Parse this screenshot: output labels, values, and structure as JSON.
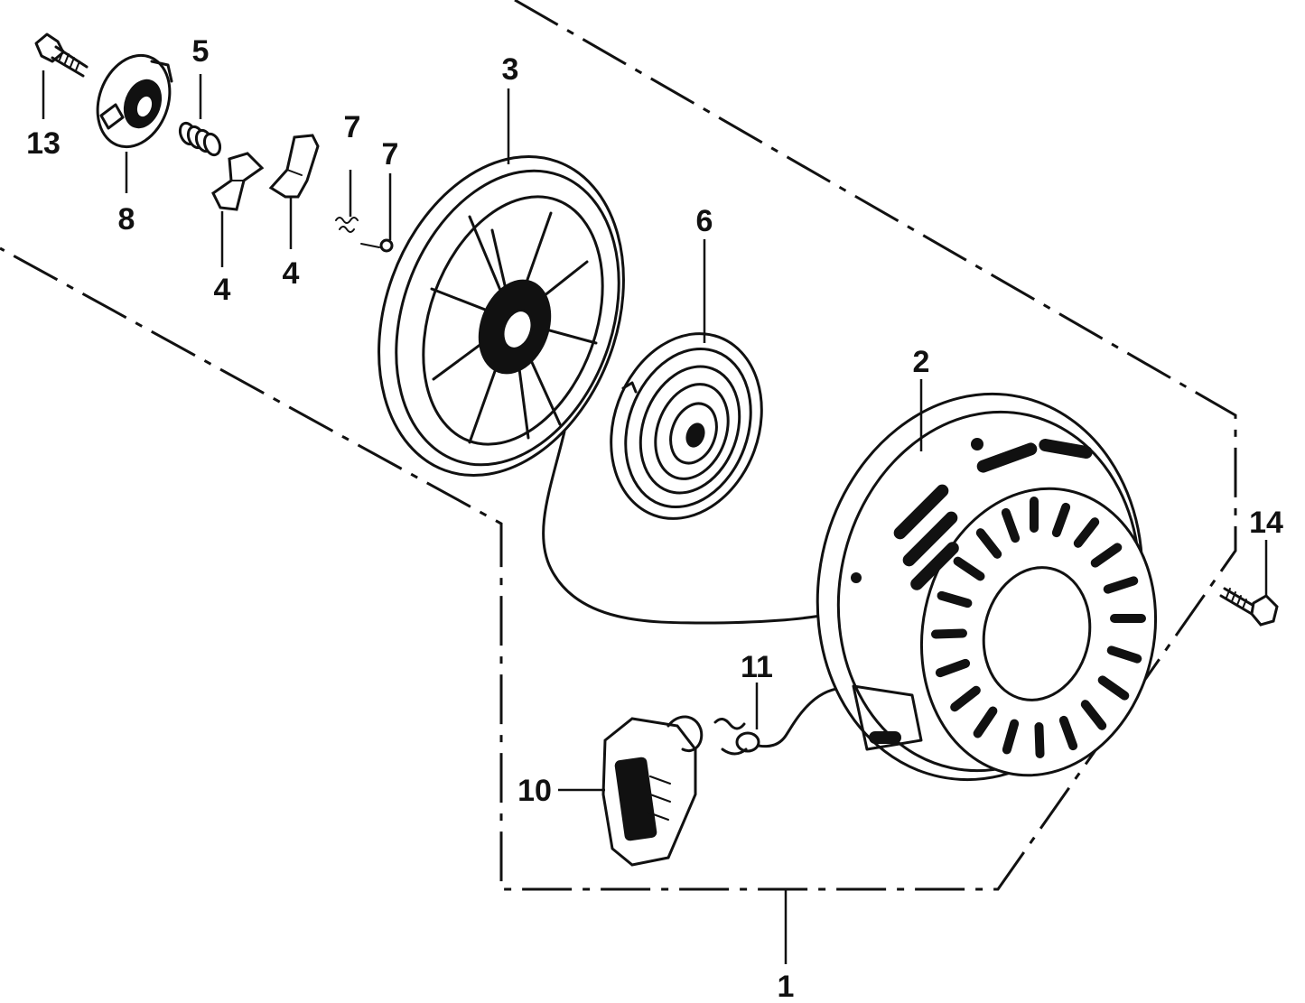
{
  "callouts": {
    "c1": "1",
    "c2": "2",
    "c3": "3",
    "c4a": "4",
    "c4b": "4",
    "c5": "5",
    "c6": "6",
    "c7a": "7",
    "c7b": "7",
    "c8": "8",
    "c10": "10",
    "c11": "11",
    "c13": "13",
    "c14": "14"
  },
  "colors": {
    "ink": "#111111",
    "paper": "#ffffff"
  }
}
